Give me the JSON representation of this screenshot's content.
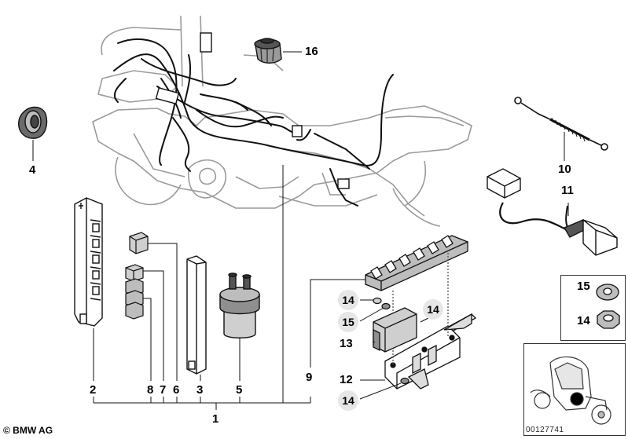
{
  "diagram": {
    "labels": {
      "p1": "1",
      "p2": "2",
      "p3": "3",
      "p4": "4",
      "p5": "5",
      "p6": "6",
      "p7": "7",
      "p8": "8",
      "p9": "9",
      "p10": "10",
      "p11": "11",
      "p12": "12",
      "p13": "13",
      "p14": "14",
      "p15": "15",
      "p16": "16"
    },
    "callouts": {
      "c14": "14",
      "c15": "15"
    },
    "legend": {
      "item15": "15",
      "item14": "14"
    },
    "copyright": "© BMW AG",
    "doc_number": "00127741"
  }
}
